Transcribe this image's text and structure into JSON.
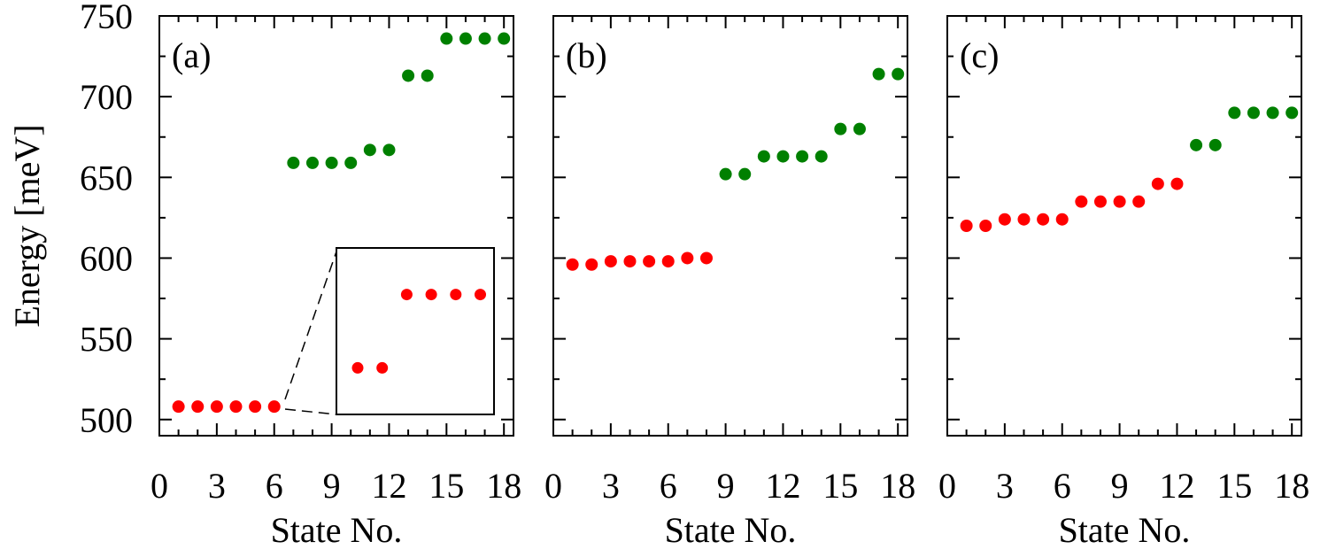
{
  "chart_data": [
    {
      "type": "scatter",
      "panel_label": "(a)",
      "xlabel": "State No.",
      "ylabel": "Energy [meV]",
      "xlim": [
        0,
        18.5
      ],
      "ylim": [
        490,
        750
      ],
      "xticks": [
        0,
        3,
        6,
        9,
        12,
        15,
        18
      ],
      "yticks": [
        500,
        550,
        600,
        650,
        700,
        750
      ],
      "colors": {
        "low": "#ff0000",
        "high": "#008000"
      },
      "series": [
        {
          "color": "#ff0000",
          "x": [
            1,
            2,
            3,
            4,
            5,
            6
          ],
          "y": [
            508,
            508,
            508,
            508,
            508,
            508
          ]
        },
        {
          "color": "#008000",
          "x": [
            7,
            8,
            9,
            10,
            11,
            12,
            13,
            14,
            15,
            16,
            17,
            18
          ],
          "y": [
            659,
            659,
            659,
            659,
            667,
            667,
            713,
            713,
            736,
            736,
            736,
            736
          ]
        }
      ],
      "inset": {
        "description_values": "zoom of states 1-6",
        "series": [
          {
            "color": "#ff0000",
            "x": [
              1,
              2,
              3,
              4,
              5,
              6
            ],
            "y": [
              507.6,
              507.6,
              508.1,
              508.1,
              508.1,
              508.1
            ]
          }
        ]
      }
    },
    {
      "type": "scatter",
      "panel_label": "(b)",
      "xlabel": "State No.",
      "ylabel": "",
      "xlim": [
        0,
        18.5
      ],
      "ylim": [
        490,
        750
      ],
      "xticks": [
        0,
        3,
        6,
        9,
        12,
        15,
        18
      ],
      "yticks": [
        500,
        550,
        600,
        650,
        700,
        750
      ],
      "series": [
        {
          "color": "#ff0000",
          "x": [
            1,
            2,
            3,
            4,
            5,
            6,
            7,
            8
          ],
          "y": [
            596,
            596,
            598,
            598,
            598,
            598,
            600,
            600
          ]
        },
        {
          "color": "#008000",
          "x": [
            9,
            10,
            11,
            12,
            13,
            14,
            15,
            16,
            17,
            18
          ],
          "y": [
            652,
            652,
            663,
            663,
            663,
            663,
            680,
            680,
            714,
            714
          ]
        }
      ]
    },
    {
      "type": "scatter",
      "panel_label": "(c)",
      "xlabel": "State No.",
      "ylabel": "",
      "xlim": [
        0,
        18.5
      ],
      "ylim": [
        490,
        750
      ],
      "xticks": [
        0,
        3,
        6,
        9,
        12,
        15,
        18
      ],
      "yticks": [
        500,
        550,
        600,
        650,
        700,
        750
      ],
      "series": [
        {
          "color": "#ff0000",
          "x": [
            1,
            2,
            3,
            4,
            5,
            6,
            7,
            8,
            9,
            10,
            11,
            12
          ],
          "y": [
            620,
            620,
            624,
            624,
            624,
            624,
            635,
            635,
            635,
            635,
            646,
            646
          ]
        },
        {
          "color": "#008000",
          "x": [
            13,
            14,
            15,
            16,
            17,
            18
          ],
          "y": [
            670,
            670,
            690,
            690,
            690,
            690
          ]
        }
      ]
    }
  ]
}
